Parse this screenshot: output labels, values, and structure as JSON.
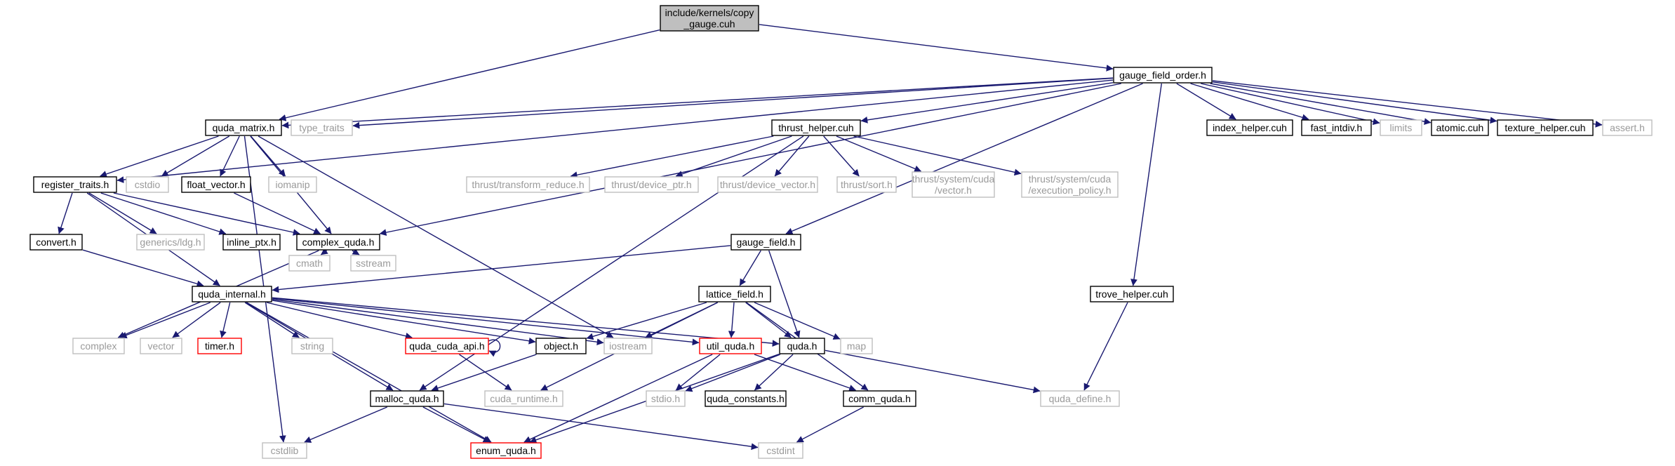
{
  "colors": {
    "edge": "#191970",
    "node_border_normal": "#000000",
    "node_border_external": "#bfbfbf",
    "node_border_truncated": "#ff0000",
    "root_fill": "#bfbfbf",
    "text_normal": "#000000",
    "text_external": "#9a9a9a"
  },
  "nodes": {
    "root": {
      "lines": [
        "include/kernels/copy",
        "_gauge.cuh"
      ],
      "kind": "root"
    },
    "gauge_field_order": {
      "lines": [
        "gauge_field_order.h"
      ],
      "kind": "normal"
    },
    "quda_matrix": {
      "lines": [
        "quda_matrix.h"
      ],
      "kind": "normal"
    },
    "type_traits": {
      "lines": [
        "type_traits"
      ],
      "kind": "external"
    },
    "thrust_helper": {
      "lines": [
        "thrust_helper.cuh"
      ],
      "kind": "normal"
    },
    "index_helper": {
      "lines": [
        "index_helper.cuh"
      ],
      "kind": "normal"
    },
    "fast_intdiv": {
      "lines": [
        "fast_intdiv.h"
      ],
      "kind": "normal"
    },
    "limits": {
      "lines": [
        "limits"
      ],
      "kind": "external"
    },
    "atomic": {
      "lines": [
        "atomic.cuh"
      ],
      "kind": "normal"
    },
    "texture_helper": {
      "lines": [
        "texture_helper.cuh"
      ],
      "kind": "normal"
    },
    "assert": {
      "lines": [
        "assert.h"
      ],
      "kind": "external"
    },
    "register_traits": {
      "lines": [
        "register_traits.h"
      ],
      "kind": "normal"
    },
    "cstdio": {
      "lines": [
        "cstdio"
      ],
      "kind": "external"
    },
    "float_vector": {
      "lines": [
        "float_vector.h"
      ],
      "kind": "normal"
    },
    "iomanip": {
      "lines": [
        "iomanip"
      ],
      "kind": "external"
    },
    "transform_reduce": {
      "lines": [
        "thrust/transform_reduce.h"
      ],
      "kind": "external"
    },
    "device_ptr": {
      "lines": [
        "thrust/device_ptr.h"
      ],
      "kind": "external"
    },
    "device_vector": {
      "lines": [
        "thrust/device_vector.h"
      ],
      "kind": "external"
    },
    "thrust_sort": {
      "lines": [
        "thrust/sort.h"
      ],
      "kind": "external"
    },
    "cuda_vector": {
      "lines": [
        "thrust/system/cuda",
        "/vector.h"
      ],
      "kind": "external"
    },
    "cuda_exec": {
      "lines": [
        "thrust/system/cuda",
        "/execution_policy.h"
      ],
      "kind": "external"
    },
    "convert": {
      "lines": [
        "convert.h"
      ],
      "kind": "normal"
    },
    "generics_ldg": {
      "lines": [
        "generics/ldg.h"
      ],
      "kind": "external"
    },
    "inline_ptx": {
      "lines": [
        "inline_ptx.h"
      ],
      "kind": "normal"
    },
    "complex_quda": {
      "lines": [
        "complex_quda.h"
      ],
      "kind": "normal"
    },
    "gauge_field": {
      "lines": [
        "gauge_field.h"
      ],
      "kind": "normal"
    },
    "cmath": {
      "lines": [
        "cmath"
      ],
      "kind": "external"
    },
    "sstream": {
      "lines": [
        "sstream"
      ],
      "kind": "external"
    },
    "quda_internal": {
      "lines": [
        "quda_internal.h"
      ],
      "kind": "normal"
    },
    "lattice_field": {
      "lines": [
        "lattice_field.h"
      ],
      "kind": "normal"
    },
    "trove_helper": {
      "lines": [
        "trove_helper.cuh"
      ],
      "kind": "normal"
    },
    "complex": {
      "lines": [
        "complex"
      ],
      "kind": "external"
    },
    "vector": {
      "lines": [
        "vector"
      ],
      "kind": "external"
    },
    "timer": {
      "lines": [
        "timer.h"
      ],
      "kind": "truncated"
    },
    "string": {
      "lines": [
        "string"
      ],
      "kind": "external"
    },
    "quda_cuda_api": {
      "lines": [
        "quda_cuda_api.h"
      ],
      "kind": "truncated"
    },
    "object": {
      "lines": [
        "object.h"
      ],
      "kind": "normal"
    },
    "iostream": {
      "lines": [
        "iostream"
      ],
      "kind": "external"
    },
    "util_quda": {
      "lines": [
        "util_quda.h"
      ],
      "kind": "truncated"
    },
    "quda": {
      "lines": [
        "quda.h"
      ],
      "kind": "normal"
    },
    "map": {
      "lines": [
        "map"
      ],
      "kind": "external"
    },
    "cuda_runtime": {
      "lines": [
        "cuda_runtime.h"
      ],
      "kind": "external"
    },
    "stdio": {
      "lines": [
        "stdio.h"
      ],
      "kind": "external"
    },
    "quda_constants": {
      "lines": [
        "quda_constants.h"
      ],
      "kind": "normal"
    },
    "comm_quda": {
      "lines": [
        "comm_quda.h"
      ],
      "kind": "normal"
    },
    "quda_define": {
      "lines": [
        "quda_define.h"
      ],
      "kind": "external"
    },
    "malloc_quda": {
      "lines": [
        "malloc_quda.h"
      ],
      "kind": "normal"
    },
    "cstdlib": {
      "lines": [
        "cstdlib"
      ],
      "kind": "external"
    },
    "enum_quda": {
      "lines": [
        "enum_quda.h"
      ],
      "kind": "truncated"
    },
    "cstdint": {
      "lines": [
        "cstdint"
      ],
      "kind": "external"
    }
  },
  "edges": [
    [
      "root",
      "gauge_field_order"
    ],
    [
      "root",
      "quda_matrix"
    ],
    [
      "gauge_field_order",
      "quda_matrix"
    ],
    [
      "gauge_field_order",
      "type_traits"
    ],
    [
      "gauge_field_order",
      "thrust_helper"
    ],
    [
      "gauge_field_order",
      "index_helper"
    ],
    [
      "gauge_field_order",
      "fast_intdiv"
    ],
    [
      "gauge_field_order",
      "limits"
    ],
    [
      "gauge_field_order",
      "atomic"
    ],
    [
      "gauge_field_order",
      "texture_helper"
    ],
    [
      "gauge_field_order",
      "assert"
    ],
    [
      "gauge_field_order",
      "register_traits"
    ],
    [
      "gauge_field_order",
      "complex_quda"
    ],
    [
      "gauge_field_order",
      "gauge_field"
    ],
    [
      "gauge_field_order",
      "trove_helper"
    ],
    [
      "quda_matrix",
      "register_traits"
    ],
    [
      "quda_matrix",
      "cstdio"
    ],
    [
      "quda_matrix",
      "float_vector"
    ],
    [
      "quda_matrix",
      "iomanip"
    ],
    [
      "quda_matrix",
      "complex_quda"
    ],
    [
      "quda_matrix",
      "iostream"
    ],
    [
      "quda_matrix",
      "cstdlib"
    ],
    [
      "thrust_helper",
      "transform_reduce"
    ],
    [
      "thrust_helper",
      "device_ptr"
    ],
    [
      "thrust_helper",
      "device_vector"
    ],
    [
      "thrust_helper",
      "thrust_sort"
    ],
    [
      "thrust_helper",
      "cuda_vector"
    ],
    [
      "thrust_helper",
      "cuda_exec"
    ],
    [
      "thrust_helper",
      "malloc_quda"
    ],
    [
      "register_traits",
      "convert"
    ],
    [
      "register_traits",
      "generics_ldg"
    ],
    [
      "register_traits",
      "inline_ptx"
    ],
    [
      "register_traits",
      "complex_quda"
    ],
    [
      "register_traits",
      "quda_internal"
    ],
    [
      "float_vector",
      "complex_quda"
    ],
    [
      "convert",
      "quda_internal"
    ],
    [
      "complex_quda",
      "cmath"
    ],
    [
      "complex_quda",
      "sstream"
    ],
    [
      "complex_quda",
      "complex"
    ],
    [
      "gauge_field",
      "quda_internal"
    ],
    [
      "gauge_field",
      "lattice_field"
    ],
    [
      "gauge_field",
      "quda"
    ],
    [
      "quda_internal",
      "complex"
    ],
    [
      "quda_internal",
      "vector"
    ],
    [
      "quda_internal",
      "timer"
    ],
    [
      "quda_internal",
      "string"
    ],
    [
      "quda_internal",
      "quda_cuda_api"
    ],
    [
      "quda_internal",
      "object"
    ],
    [
      "quda_internal",
      "iostream"
    ],
    [
      "quda_internal",
      "util_quda"
    ],
    [
      "quda_internal",
      "quda"
    ],
    [
      "quda_internal",
      "malloc_quda"
    ],
    [
      "quda_internal",
      "enum_quda"
    ],
    [
      "quda_cuda_api",
      "quda_cuda_api"
    ],
    [
      "quda_cuda_api",
      "cuda_runtime"
    ],
    [
      "lattice_field",
      "object"
    ],
    [
      "lattice_field",
      "iostream"
    ],
    [
      "lattice_field",
      "util_quda"
    ],
    [
      "lattice_field",
      "quda"
    ],
    [
      "lattice_field",
      "map"
    ],
    [
      "lattice_field",
      "cuda_runtime"
    ],
    [
      "lattice_field",
      "comm_quda"
    ],
    [
      "object",
      "malloc_quda"
    ],
    [
      "util_quda",
      "stdio"
    ],
    [
      "util_quda",
      "enum_quda"
    ],
    [
      "util_quda",
      "comm_quda"
    ],
    [
      "quda",
      "stdio"
    ],
    [
      "quda",
      "quda_constants"
    ],
    [
      "quda",
      "quda_define"
    ],
    [
      "quda",
      "enum_quda"
    ],
    [
      "trove_helper",
      "quda_define"
    ],
    [
      "malloc_quda",
      "cstdlib"
    ],
    [
      "malloc_quda",
      "enum_quda"
    ],
    [
      "malloc_quda",
      "cstdint"
    ],
    [
      "comm_quda",
      "cstdint"
    ]
  ]
}
